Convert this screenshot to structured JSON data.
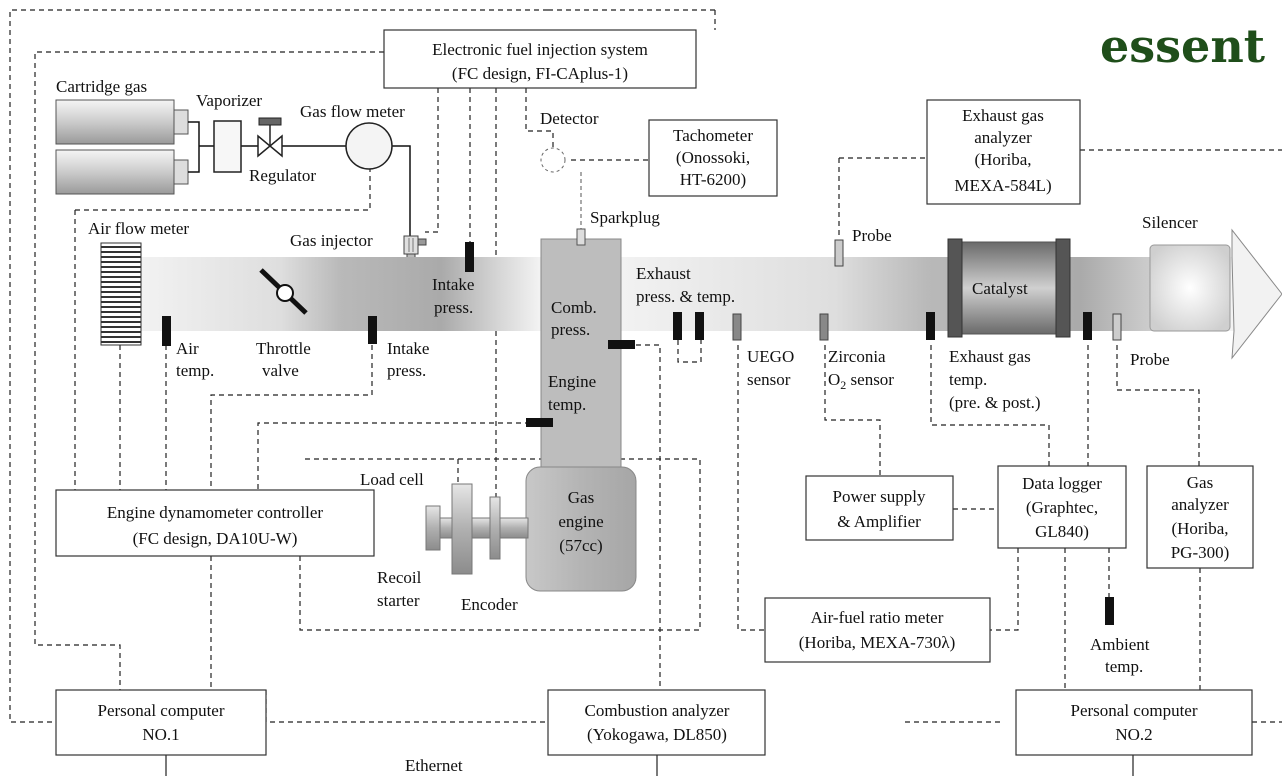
{
  "watermark": "essent",
  "boxes": {
    "efi": [
      "Electronic fuel injection system",
      "(FC design, FI-CAplus-1)"
    ],
    "tachometer": [
      "Tachometer",
      "(Onossoki,",
      "HT-6200)"
    ],
    "exhaust_analyzer": [
      "Exhaust gas",
      "analyzer",
      "(Horiba,",
      "MEXA-584L)"
    ],
    "dyno_controller": [
      "Engine dynamometer controller",
      "(FC design, DA10U-W)"
    ],
    "power_supply": [
      "Power supply",
      "& Amplifier"
    ],
    "data_logger": [
      "Data logger",
      "(Graphtec,",
      "GL840)"
    ],
    "gas_analyzer": [
      "Gas",
      "analyzer",
      "(Horiba,",
      "PG-300)"
    ],
    "af_meter": [
      "Air-fuel ratio meter",
      "(Horiba,  MEXA-730λ)"
    ],
    "pc1": [
      "Personal computer",
      "NO.1"
    ],
    "combustion_analyzer": [
      "Combustion analyzer",
      "(Yokogawa,  DL850)"
    ],
    "pc2": [
      "Personal computer",
      "NO.2"
    ]
  },
  "labels": {
    "cartridge_gas": "Cartridge gas",
    "vaporizer": "Vaporizer",
    "gas_flow_meter": "Gas flow meter",
    "regulator": "Regulator",
    "detector": "Detector",
    "sparkplug": "Sparkplug",
    "probe_top": "Probe",
    "silencer": "Silencer",
    "air_flow_meter": "Air flow meter",
    "gas_injector": "Gas injector",
    "intake_press_top": [
      "Intake",
      "press."
    ],
    "comb_press": [
      "Comb.",
      "press."
    ],
    "exhaust_press_temp": [
      "Exhaust",
      "press. & temp."
    ],
    "catalyst": "Catalyst",
    "air_temp": [
      "Air",
      "temp."
    ],
    "throttle_valve": [
      "Throttle",
      "valve"
    ],
    "intake_press_bottom": [
      "Intake",
      "press."
    ],
    "engine_temp": [
      "Engine",
      "temp."
    ],
    "uego": [
      "UEGO",
      "sensor"
    ],
    "zirconia": [
      "Zirconia",
      "O",
      "2",
      " sensor"
    ],
    "exhaust_gas_temp": [
      "Exhaust gas",
      "temp.",
      "(pre. & post.)"
    ],
    "probe_bottom": "Probe",
    "load_cell": "Load cell",
    "gas_engine": [
      "Gas",
      "engine",
      "(57cc)"
    ],
    "recoil_starter": [
      "Recoil",
      "starter"
    ],
    "encoder": "Encoder",
    "ambient_temp": [
      "Ambient",
      "temp."
    ],
    "ethernet": "Ethernet"
  }
}
